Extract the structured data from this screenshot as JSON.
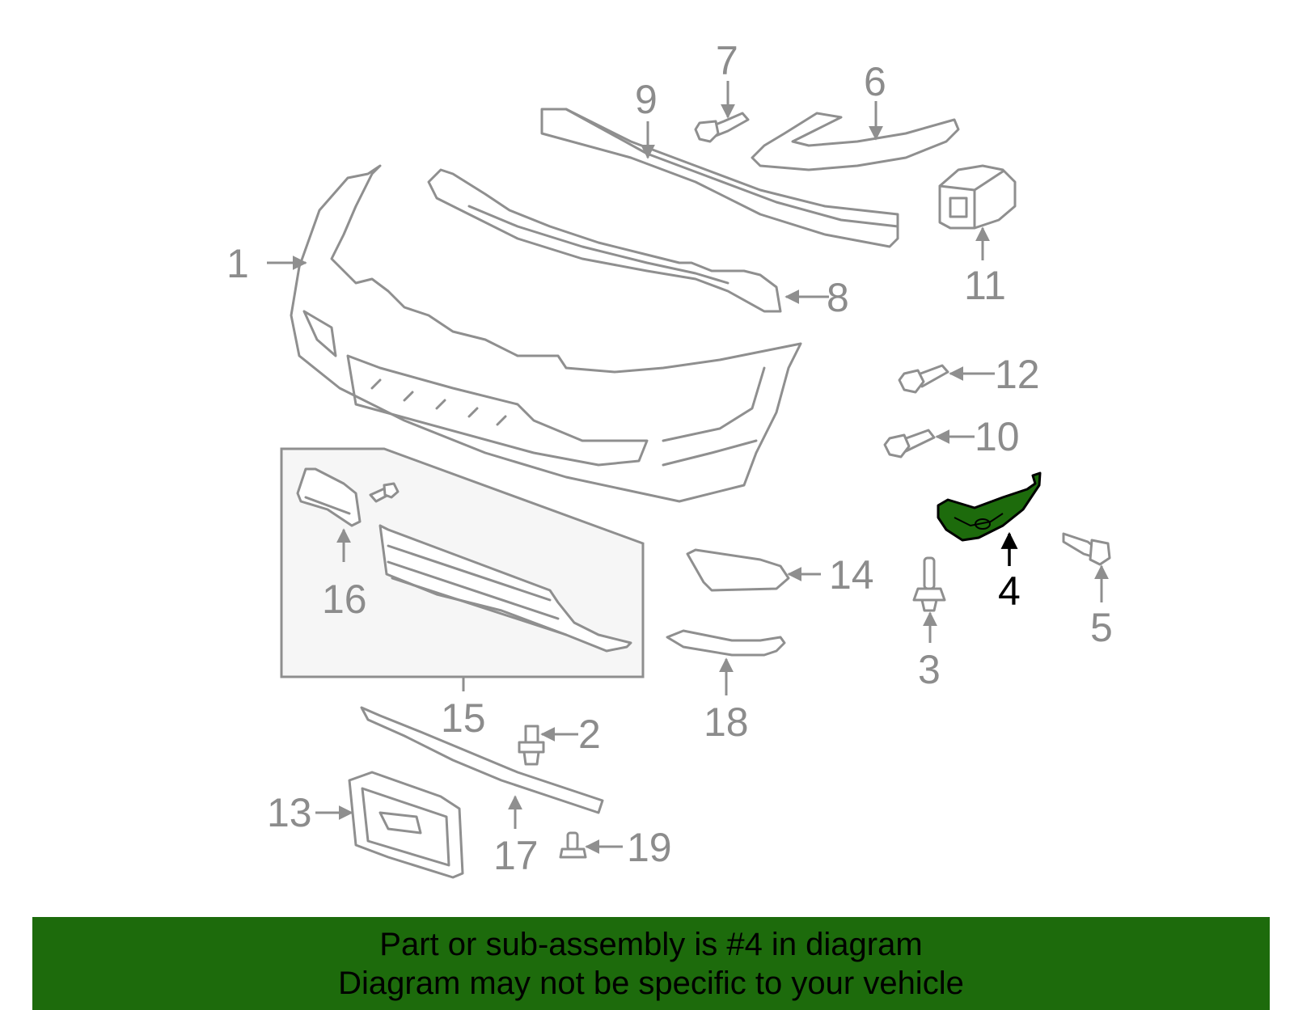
{
  "callouts": [
    {
      "id": "1",
      "text": "1"
    },
    {
      "id": "2",
      "text": "2"
    },
    {
      "id": "3",
      "text": "3"
    },
    {
      "id": "4",
      "text": "4"
    },
    {
      "id": "5",
      "text": "5"
    },
    {
      "id": "6",
      "text": "6"
    },
    {
      "id": "7",
      "text": "7"
    },
    {
      "id": "8",
      "text": "8"
    },
    {
      "id": "9",
      "text": "9"
    },
    {
      "id": "10",
      "text": "10"
    },
    {
      "id": "11",
      "text": "11"
    },
    {
      "id": "12",
      "text": "12"
    },
    {
      "id": "13",
      "text": "13"
    },
    {
      "id": "14",
      "text": "14"
    },
    {
      "id": "15",
      "text": "15"
    },
    {
      "id": "16",
      "text": "16"
    },
    {
      "id": "17",
      "text": "17"
    },
    {
      "id": "18",
      "text": "18"
    },
    {
      "id": "19",
      "text": "19"
    }
  ],
  "highlighted_part": "4",
  "colors": {
    "highlight": "#1d6b0c",
    "line": "#8f8f8f",
    "label": "#8c8c8c",
    "footer_bg": "#1d6b0c"
  },
  "footer": {
    "line1": "Part or sub-assembly is #4 in diagram",
    "line2": "Diagram may not be specific to your vehicle"
  }
}
